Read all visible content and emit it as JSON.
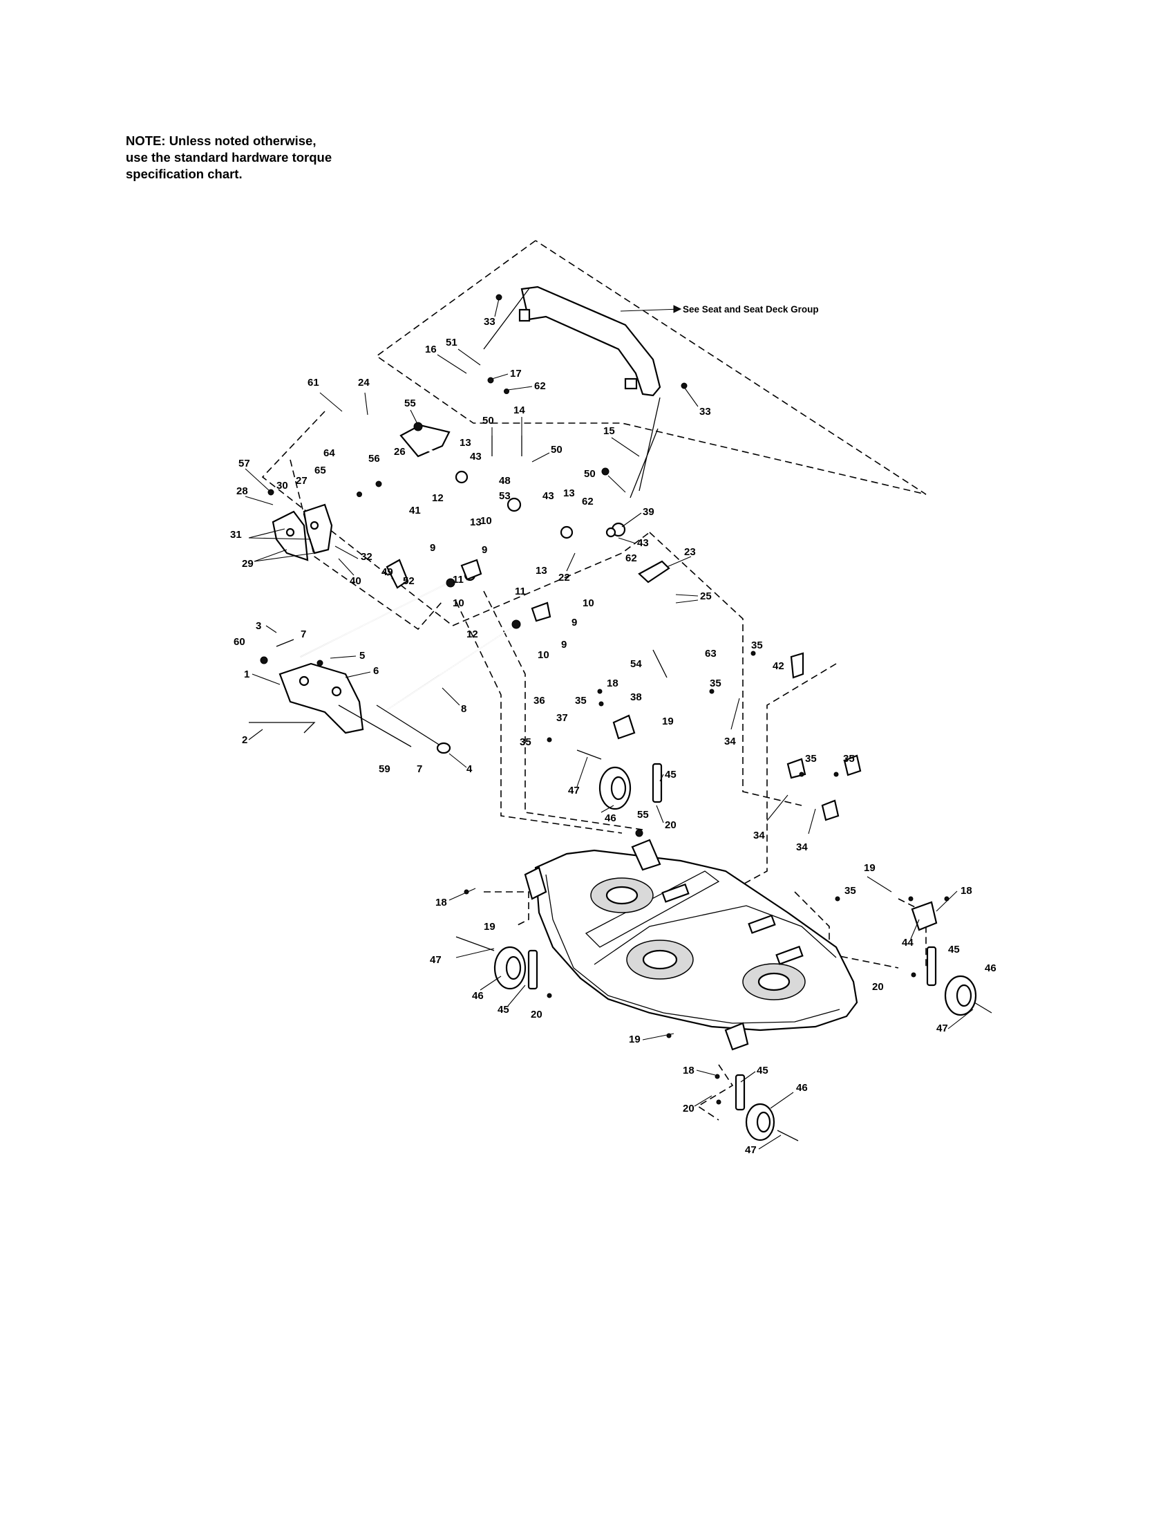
{
  "note": {
    "lines": [
      "NOTE: Unless noted otherwise,",
      "use the standard hardware torque",
      "specification chart."
    ]
  },
  "reference_label": "See Seat and Seat Deck Group",
  "callouts": {
    "c33a": "33",
    "c33b": "33",
    "c51": "51",
    "c16": "16",
    "c17": "17",
    "c62a": "62",
    "c61": "61",
    "c24": "24",
    "c55a": "55",
    "c50a": "50",
    "c14": "14",
    "c50b": "50",
    "c15": "15",
    "c13a": "13",
    "c43a": "43",
    "c26": "26",
    "c48": "48",
    "c53": "53",
    "c43b": "43",
    "c13b": "13",
    "c62b": "62",
    "c50c": "50",
    "c39": "39",
    "c43c": "43",
    "c62c": "62",
    "c23": "23",
    "c25": "25",
    "c22": "22",
    "c13c": "13",
    "c13d": "13",
    "c12a": "12",
    "c10a": "10",
    "c9a": "9",
    "c9b": "9",
    "c11a": "11",
    "c10b": "10",
    "c12b": "12",
    "c11b": "11",
    "c10c": "10",
    "c9c": "9",
    "c10d": "10",
    "c9d": "9",
    "c57": "57",
    "c28": "28",
    "c30": "30",
    "c27": "27",
    "c65": "65",
    "c64": "64",
    "c56": "56",
    "c41": "41",
    "c31": "31",
    "c29": "29",
    "c32": "32",
    "c40": "40",
    "c49": "49",
    "c52": "52",
    "c3": "3",
    "c7a": "7",
    "c60": "60",
    "c5": "5",
    "c1": "1",
    "c6": "6",
    "c8": "8",
    "c2": "2",
    "c59": "59",
    "c7b": "7",
    "c4": "4",
    "c54": "54",
    "c63": "63",
    "c35a": "35",
    "c42": "42",
    "c35b": "35",
    "c18a": "18",
    "c38": "38",
    "c36": "36",
    "c37": "37",
    "c35c": "35",
    "c19a": "19",
    "c34a": "34",
    "c35d": "35",
    "c47a": "47",
    "c45a": "45",
    "c46a": "46",
    "c55b": "55",
    "c20a": "20",
    "c35e": "35",
    "c35f": "35",
    "c34b": "34",
    "c34c": "34",
    "c19b": "19",
    "c18b": "18",
    "c35g": "35",
    "c18c": "18",
    "c19c": "19",
    "c44": "44",
    "c47b": "47",
    "c45b": "45",
    "c46b": "46",
    "c20b": "20",
    "c45c": "45",
    "c46c": "46",
    "c20c": "20",
    "c47c": "47",
    "c19d": "19",
    "c18d": "18",
    "c45d": "45",
    "c20d": "20",
    "c46d": "46",
    "c47d": "47"
  }
}
